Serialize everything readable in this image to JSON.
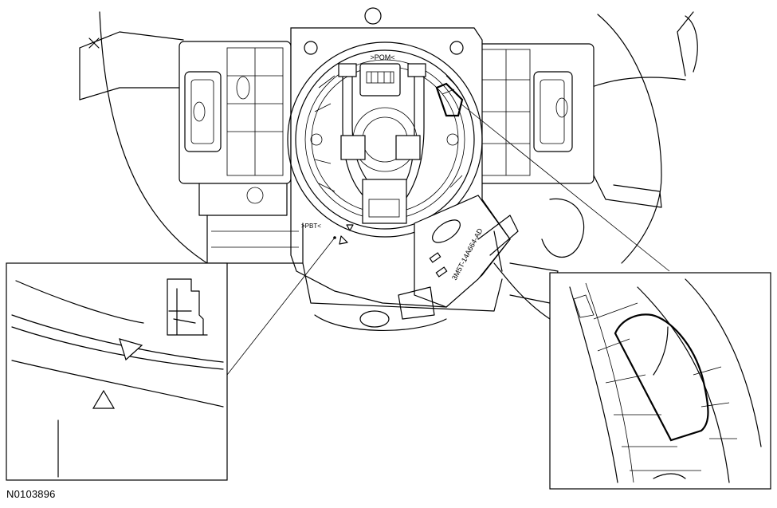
{
  "figure": {
    "figure_number": "N0103896",
    "part_number_label": "3M5T-14A664-AD",
    "connector_mark": ">POM<",
    "alignment_mark_label": ">PBT<"
  }
}
